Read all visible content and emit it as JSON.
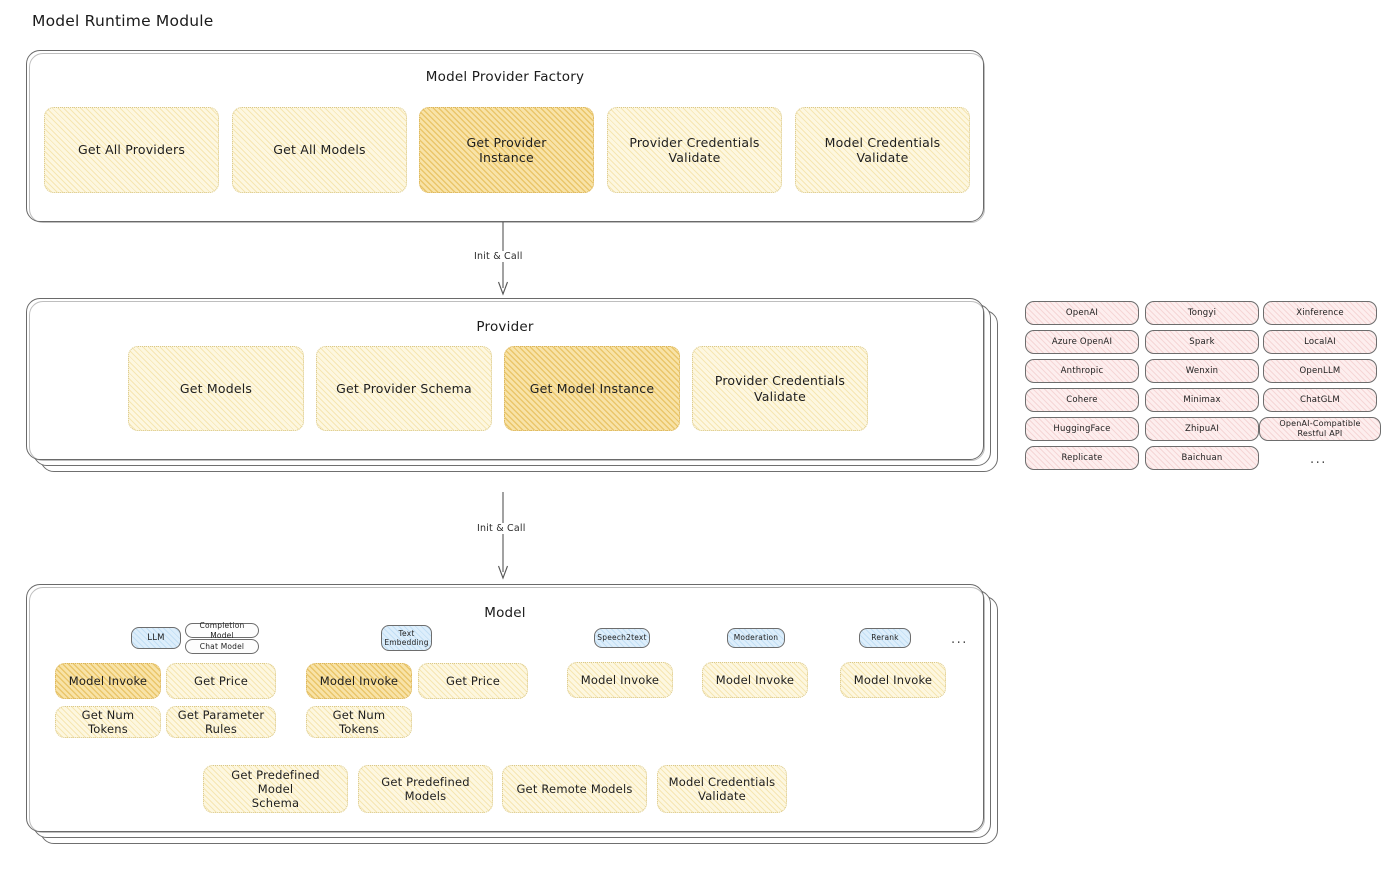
{
  "page": {
    "title": "Model Runtime Module"
  },
  "colors": {
    "cream": "#fdf7e0",
    "amber": "#f8e3a8",
    "pink": "#fdeeee",
    "blue": "#ddeefb",
    "stroke": "#6a6a6a",
    "text": "#1e1e1e"
  },
  "factory": {
    "title": "Model Provider Factory",
    "nodes": [
      {
        "label": "Get All Providers",
        "style": "cream"
      },
      {
        "label": "Get All Models",
        "style": "cream"
      },
      {
        "label": "Get Provider\nInstance",
        "style": "amber"
      },
      {
        "label": "Provider Credentials\nValidate",
        "style": "cream"
      },
      {
        "label": "Model Credentials\nValidate",
        "style": "cream"
      }
    ]
  },
  "edges": [
    {
      "label": "Init & Call"
    },
    {
      "label": "Init & Call"
    }
  ],
  "provider": {
    "title": "Provider",
    "nodes": [
      {
        "label": "Get Models",
        "style": "cream"
      },
      {
        "label": "Get Provider Schema",
        "style": "cream"
      },
      {
        "label": "Get Model Instance",
        "style": "amber"
      },
      {
        "label": "Provider Credentials\nValidate",
        "style": "cream"
      }
    ]
  },
  "provider_list": {
    "ellipsis": "...",
    "columns": [
      {
        "items": [
          "OpenAI",
          "Azure OpenAI",
          "Anthropic",
          "Cohere",
          "HuggingFace",
          "Replicate"
        ]
      },
      {
        "items": [
          "Tongyi",
          "Spark",
          "Wenxin",
          "Minimax",
          "ZhipuAI",
          "Baichuan"
        ]
      },
      {
        "items": [
          "Xinference",
          "LocalAI",
          "OpenLLM",
          "ChatGLM",
          "OpenAI-Compatible Restful API"
        ]
      }
    ]
  },
  "model": {
    "title": "Model",
    "ellipsis": "...",
    "types": [
      {
        "label": "LLM",
        "style": "blue",
        "sub": [
          "Completion Model",
          "Chat Model"
        ],
        "methods": [
          {
            "label": "Model Invoke",
            "style": "amber"
          },
          {
            "label": "Get Price",
            "style": "cream"
          },
          {
            "label": "Get Num Tokens",
            "style": "cream"
          },
          {
            "label": "Get Parameter\nRules",
            "style": "cream"
          }
        ]
      },
      {
        "label": "Text\nEmbedding",
        "style": "blue",
        "sub": [],
        "methods": [
          {
            "label": "Model Invoke",
            "style": "amber"
          },
          {
            "label": "Get Price",
            "style": "cream"
          },
          {
            "label": "Get Num Tokens",
            "style": "cream"
          }
        ]
      },
      {
        "label": "Speech2text",
        "style": "blue",
        "sub": [],
        "methods": [
          {
            "label": "Model Invoke",
            "style": "cream"
          }
        ]
      },
      {
        "label": "Moderation",
        "style": "blue",
        "sub": [],
        "methods": [
          {
            "label": "Model Invoke",
            "style": "cream"
          }
        ]
      },
      {
        "label": "Rerank",
        "style": "blue",
        "sub": [],
        "methods": [
          {
            "label": "Model Invoke",
            "style": "cream"
          }
        ]
      }
    ],
    "common": [
      {
        "label": "Get Predefined Model\nSchema",
        "style": "cream"
      },
      {
        "label": "Get Predefined\nModels",
        "style": "cream"
      },
      {
        "label": "Get Remote Models",
        "style": "cream"
      },
      {
        "label": "Model Credentials\nValidate",
        "style": "cream"
      }
    ]
  }
}
